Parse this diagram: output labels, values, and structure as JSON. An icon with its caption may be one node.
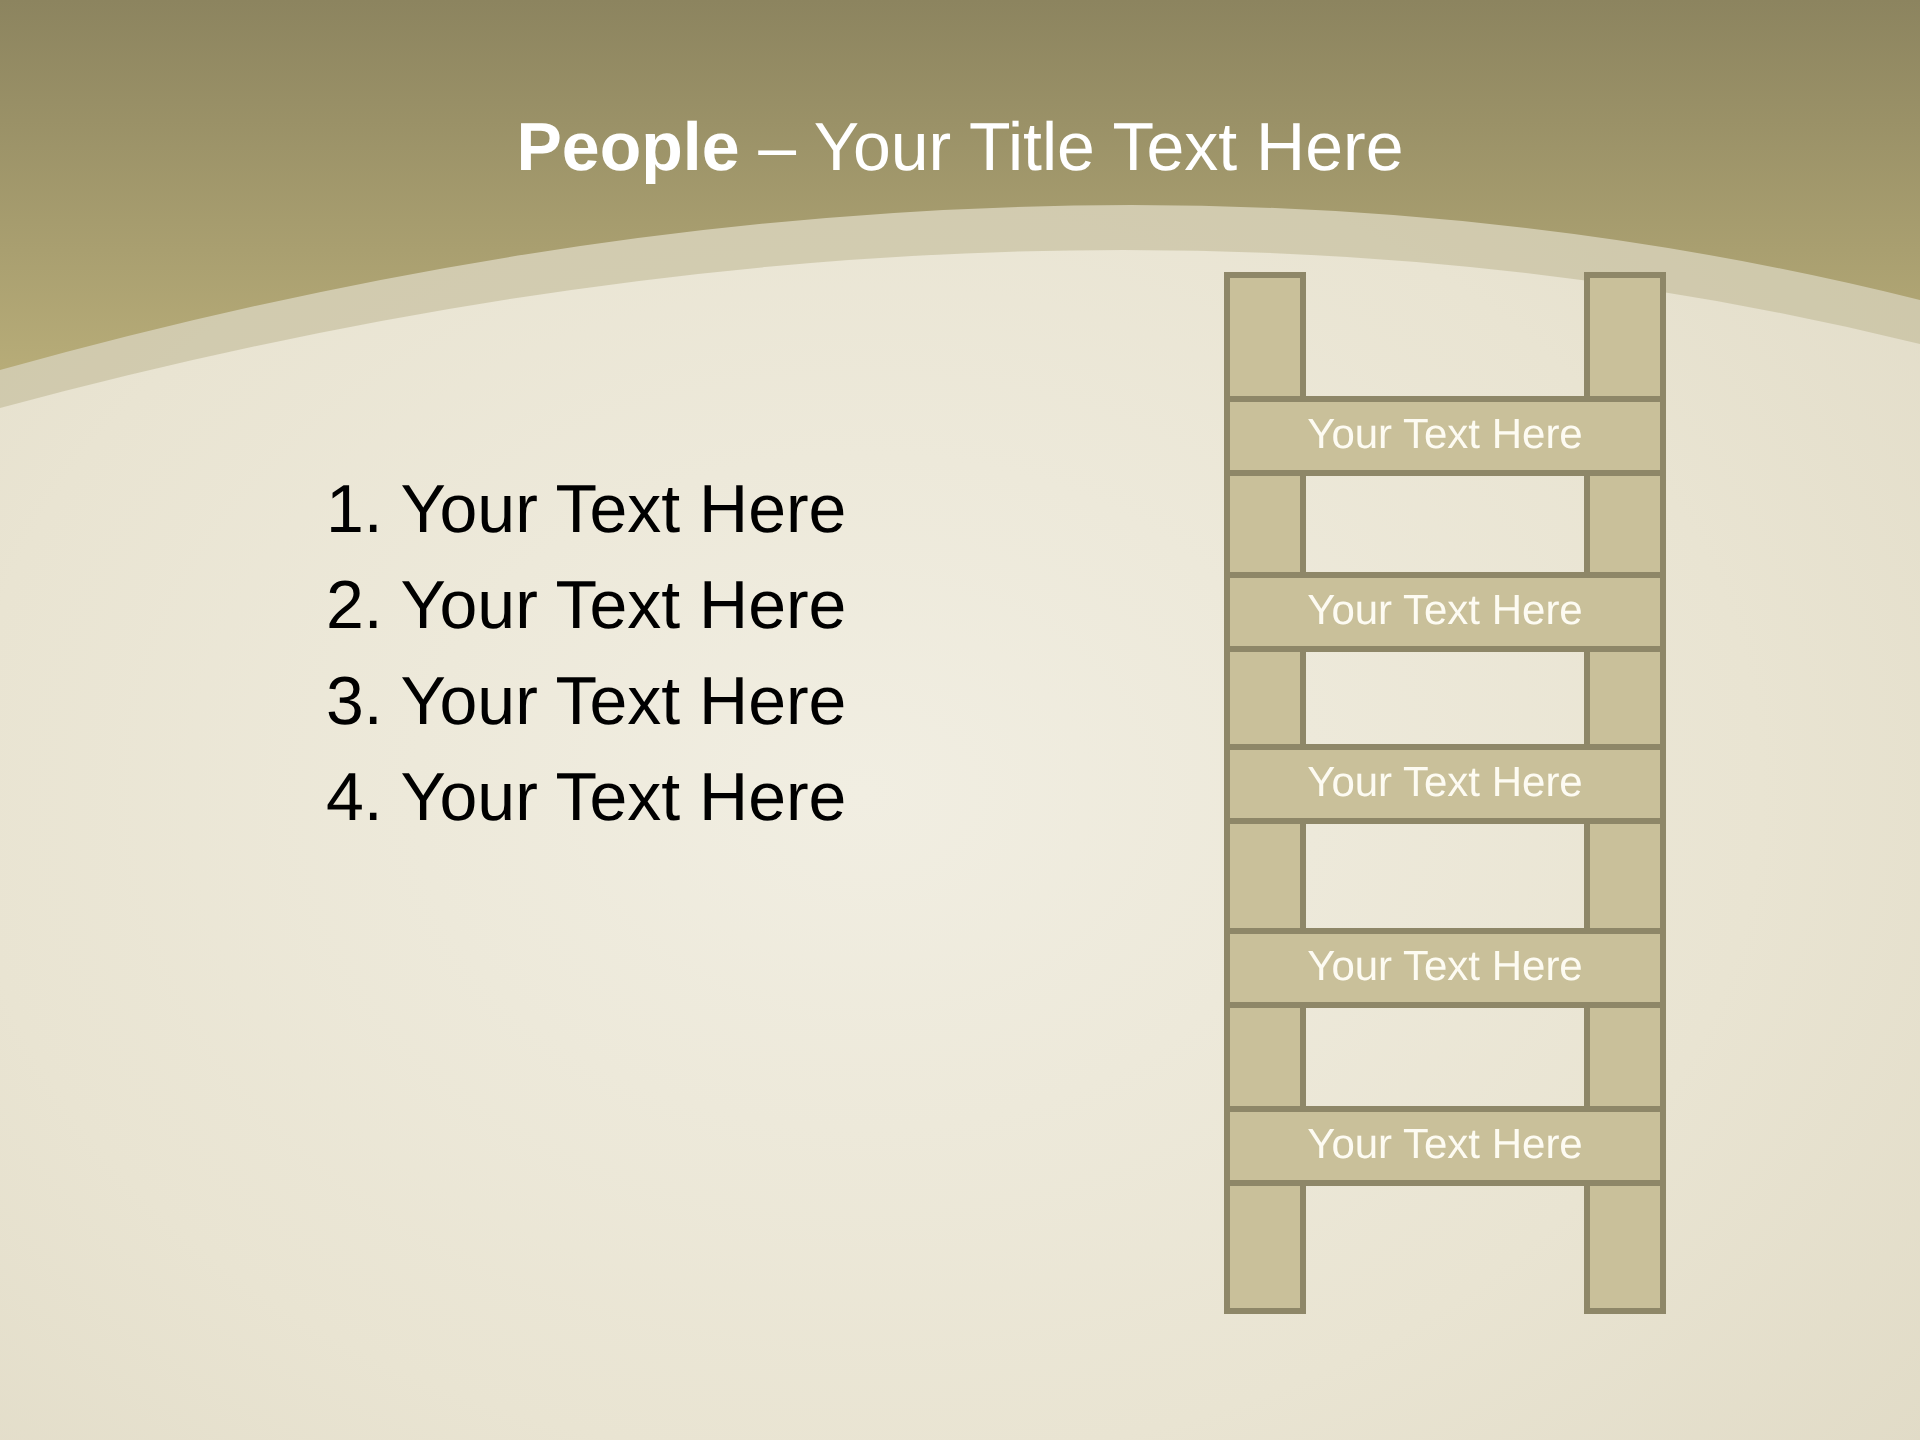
{
  "diagram": {
    "title": "**People** – Your Title Text Here",
    "nodes": [
      {
        "text": [],
        "shape": "bar"
      },
      {
        "text": [],
        "shape": "bar"
      },
      {
        "text": [
          "Your Text Here"
        ]
      },
      {
        "text": [
          "Your Text Here"
        ]
      },
      {
        "text": [
          "Your Text Here"
        ]
      },
      {
        "text": [
          "Your Text Here"
        ]
      },
      {
        "text": [
          "Your Text Here"
        ]
      }
    ],
    "labels": [
      "1. Your Text Here",
      "2. Your Text Here",
      "3. Your Text Here",
      "4. Your Text Here"
    ]
  }
}
